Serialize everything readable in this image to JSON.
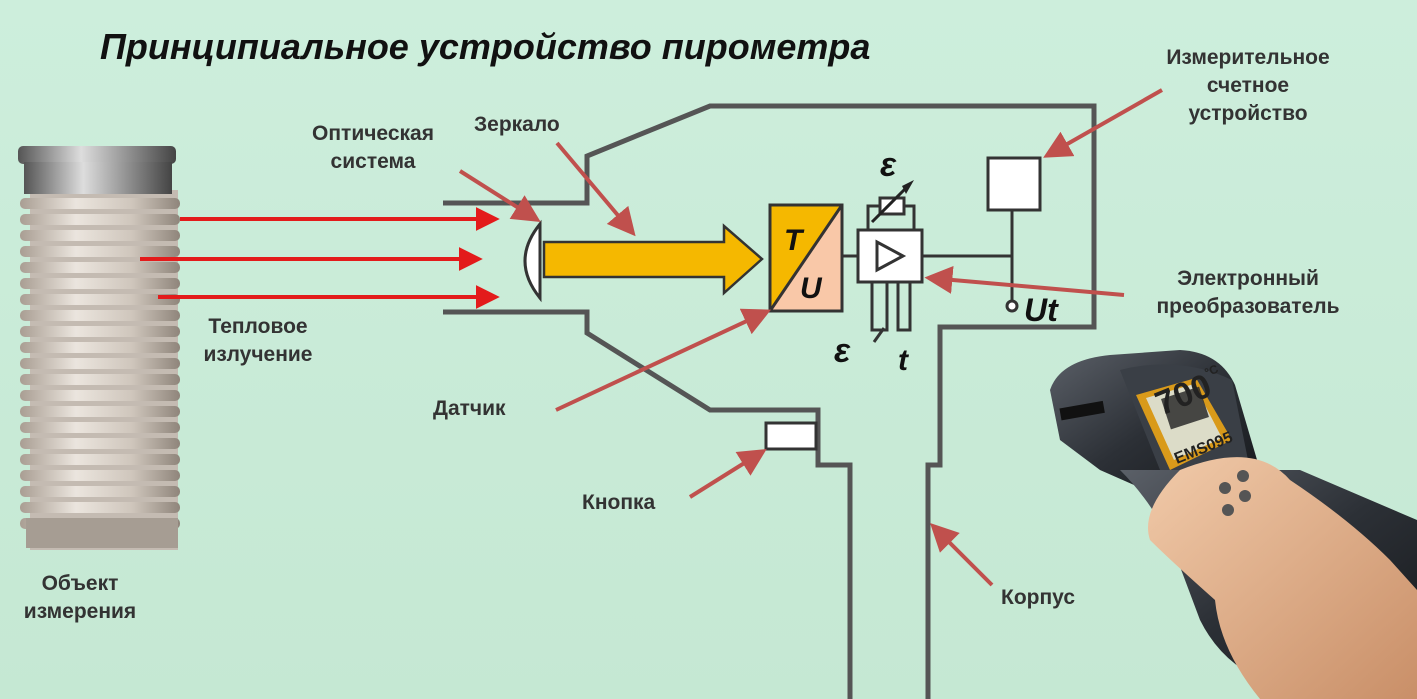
{
  "title": "Принципиальное устройство пирометра",
  "labels": {
    "optical_system": [
      "Оптическая",
      "система"
    ],
    "mirror": "Зеркало",
    "measuring_unit": [
      "Измерительное",
      "счетное",
      "устройство"
    ],
    "thermal_radiation": [
      "Тепловое",
      "излучение"
    ],
    "electronic_converter": [
      "Электронный",
      "преобразователь"
    ],
    "sensor": "Датчик",
    "button": "Кнопка",
    "object": [
      "Объект",
      "измерения"
    ],
    "housing": "Корпус"
  },
  "symbols": {
    "sensor_t": "T",
    "sensor_u": "U",
    "epsilon_top": "ε",
    "epsilon_bottom": "ε",
    "t_small": "t",
    "output": "Ut"
  },
  "device_display": {
    "reading": "700",
    "unit": "°C",
    "model": "EMS095"
  },
  "colors": {
    "background": "#c9ead8",
    "arrow_red": "#c0504d",
    "ray_red": "#e31b1b",
    "beam_yellow": "#f5b800",
    "sensor_fill": "#f9c8a8",
    "outline_gray": "#555555"
  }
}
